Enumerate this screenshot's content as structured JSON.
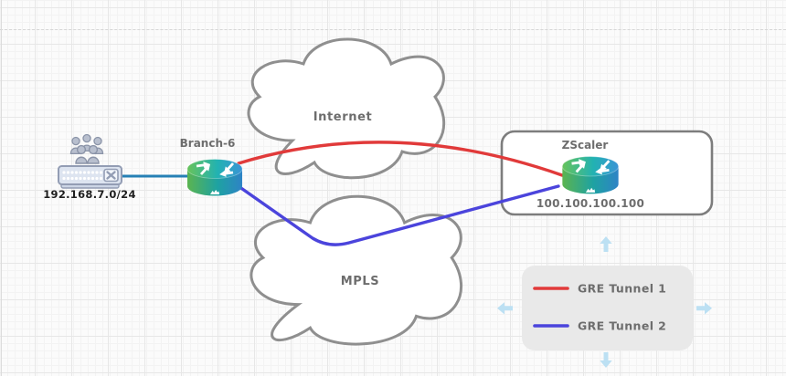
{
  "lan": {
    "subnet": "192.168.7.0/24",
    "link_color": "#2680b5"
  },
  "branch": {
    "name": "Branch-6"
  },
  "clouds": {
    "internet": "Internet",
    "mpls": "MPLS"
  },
  "zscaler": {
    "name": "ZScaler",
    "ip": "100.100.100.100",
    "ip_color": "#c62323"
  },
  "legend": {
    "items": [
      {
        "label": "GRE Tunnel 1",
        "color": "#e13a3a"
      },
      {
        "label": "GRE Tunnel 2",
        "color": "#4b44dc"
      }
    ]
  }
}
